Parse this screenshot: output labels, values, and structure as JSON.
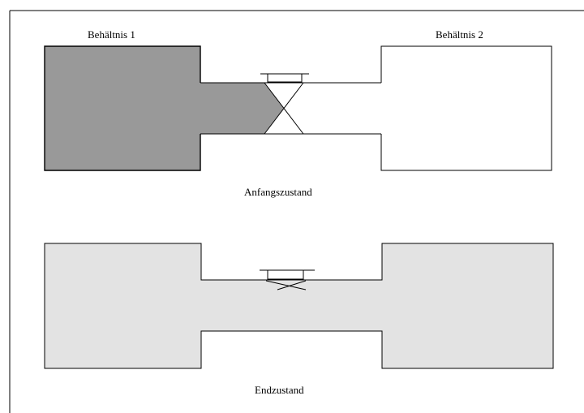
{
  "top": {
    "container1_label": "Behältnis 1",
    "container2_label": "Behältnis 2",
    "caption": "Anfangszustand"
  },
  "bottom": {
    "caption": "Endzustand"
  },
  "colors": {
    "top_fill": "#999999",
    "bottom_fill": "#e3e3e3",
    "stroke": "#000000"
  }
}
